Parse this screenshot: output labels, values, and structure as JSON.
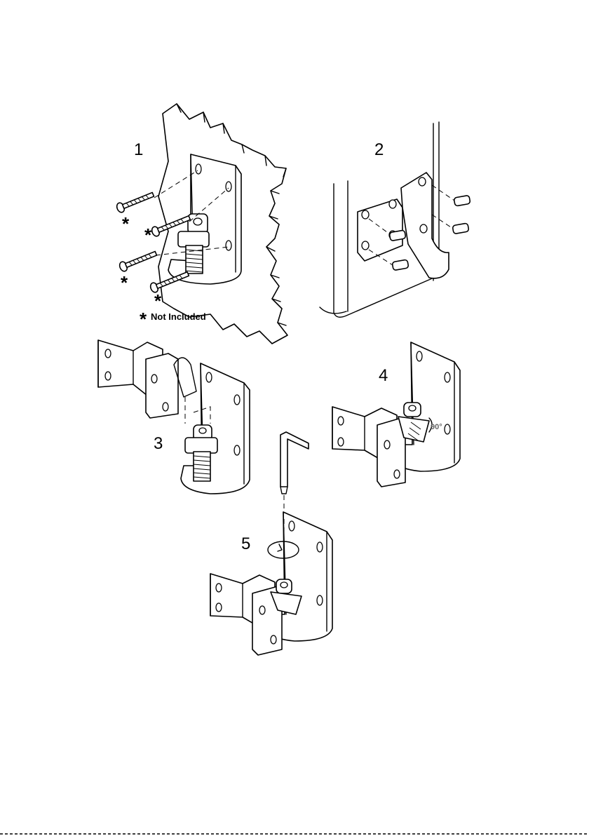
{
  "steps": [
    {
      "number": "1",
      "note_marker": "*",
      "note_text": "Not Included"
    },
    {
      "number": "2"
    },
    {
      "number": "3"
    },
    {
      "number": "4",
      "angle_label": "90°"
    },
    {
      "number": "5"
    }
  ],
  "colors": {
    "line": "#000000",
    "background": "#ffffff",
    "angle_label": "#666666"
  }
}
